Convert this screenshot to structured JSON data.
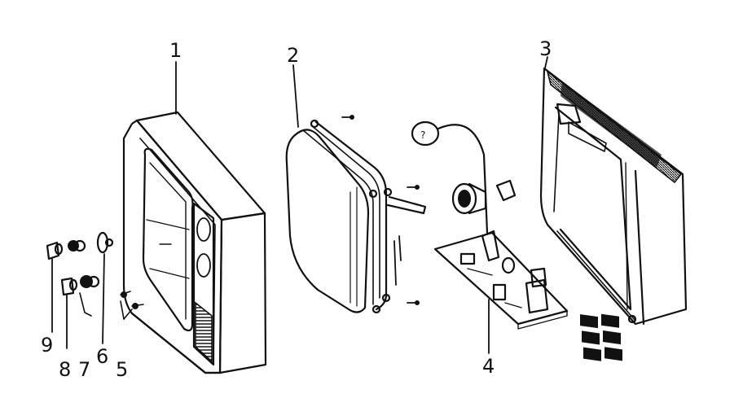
{
  "diagram": {
    "labels": {
      "part_1": "1",
      "part_2": "2",
      "part_3": "3",
      "part_4": "4",
      "part_5": "5",
      "part_6": "6",
      "part_7": "7",
      "part_8": "8",
      "part_9": "9"
    }
  }
}
